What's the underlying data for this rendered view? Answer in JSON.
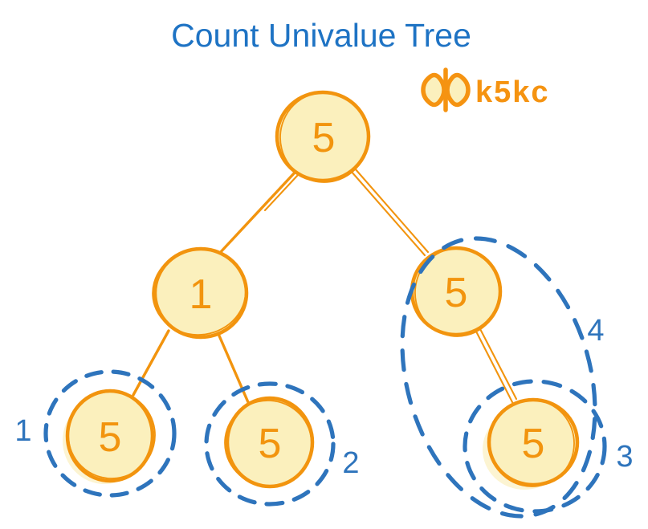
{
  "title": "Count Univalue Tree",
  "logo": {
    "text": "k5kc",
    "icon": "bowtie-icon"
  },
  "colors": {
    "title_blue": "#1E73C4",
    "annotation_blue": "#2E74BC",
    "node_stroke_orange": "#F2940E",
    "node_fill_yellow": "#FBF0BD",
    "node_fill_pale": "#FCF4D2",
    "logo_orange": "#F59311"
  },
  "tree": {
    "nodes": [
      {
        "id": "root",
        "value": "5"
      },
      {
        "id": "left",
        "value": "1"
      },
      {
        "id": "right",
        "value": "5"
      },
      {
        "id": "left-left",
        "value": "5"
      },
      {
        "id": "left-right",
        "value": "5"
      },
      {
        "id": "right-right",
        "value": "5"
      }
    ],
    "edges": [
      "root-left",
      "root-right",
      "left-left-left",
      "left-left-right",
      "right-right-right"
    ]
  },
  "annotations": [
    {
      "label": "1",
      "encircles": "left-left node"
    },
    {
      "label": "2",
      "encircles": "left-right node"
    },
    {
      "label": "3",
      "encircles": "right-right node"
    },
    {
      "label": "4",
      "encircles": "right subtree"
    }
  ]
}
